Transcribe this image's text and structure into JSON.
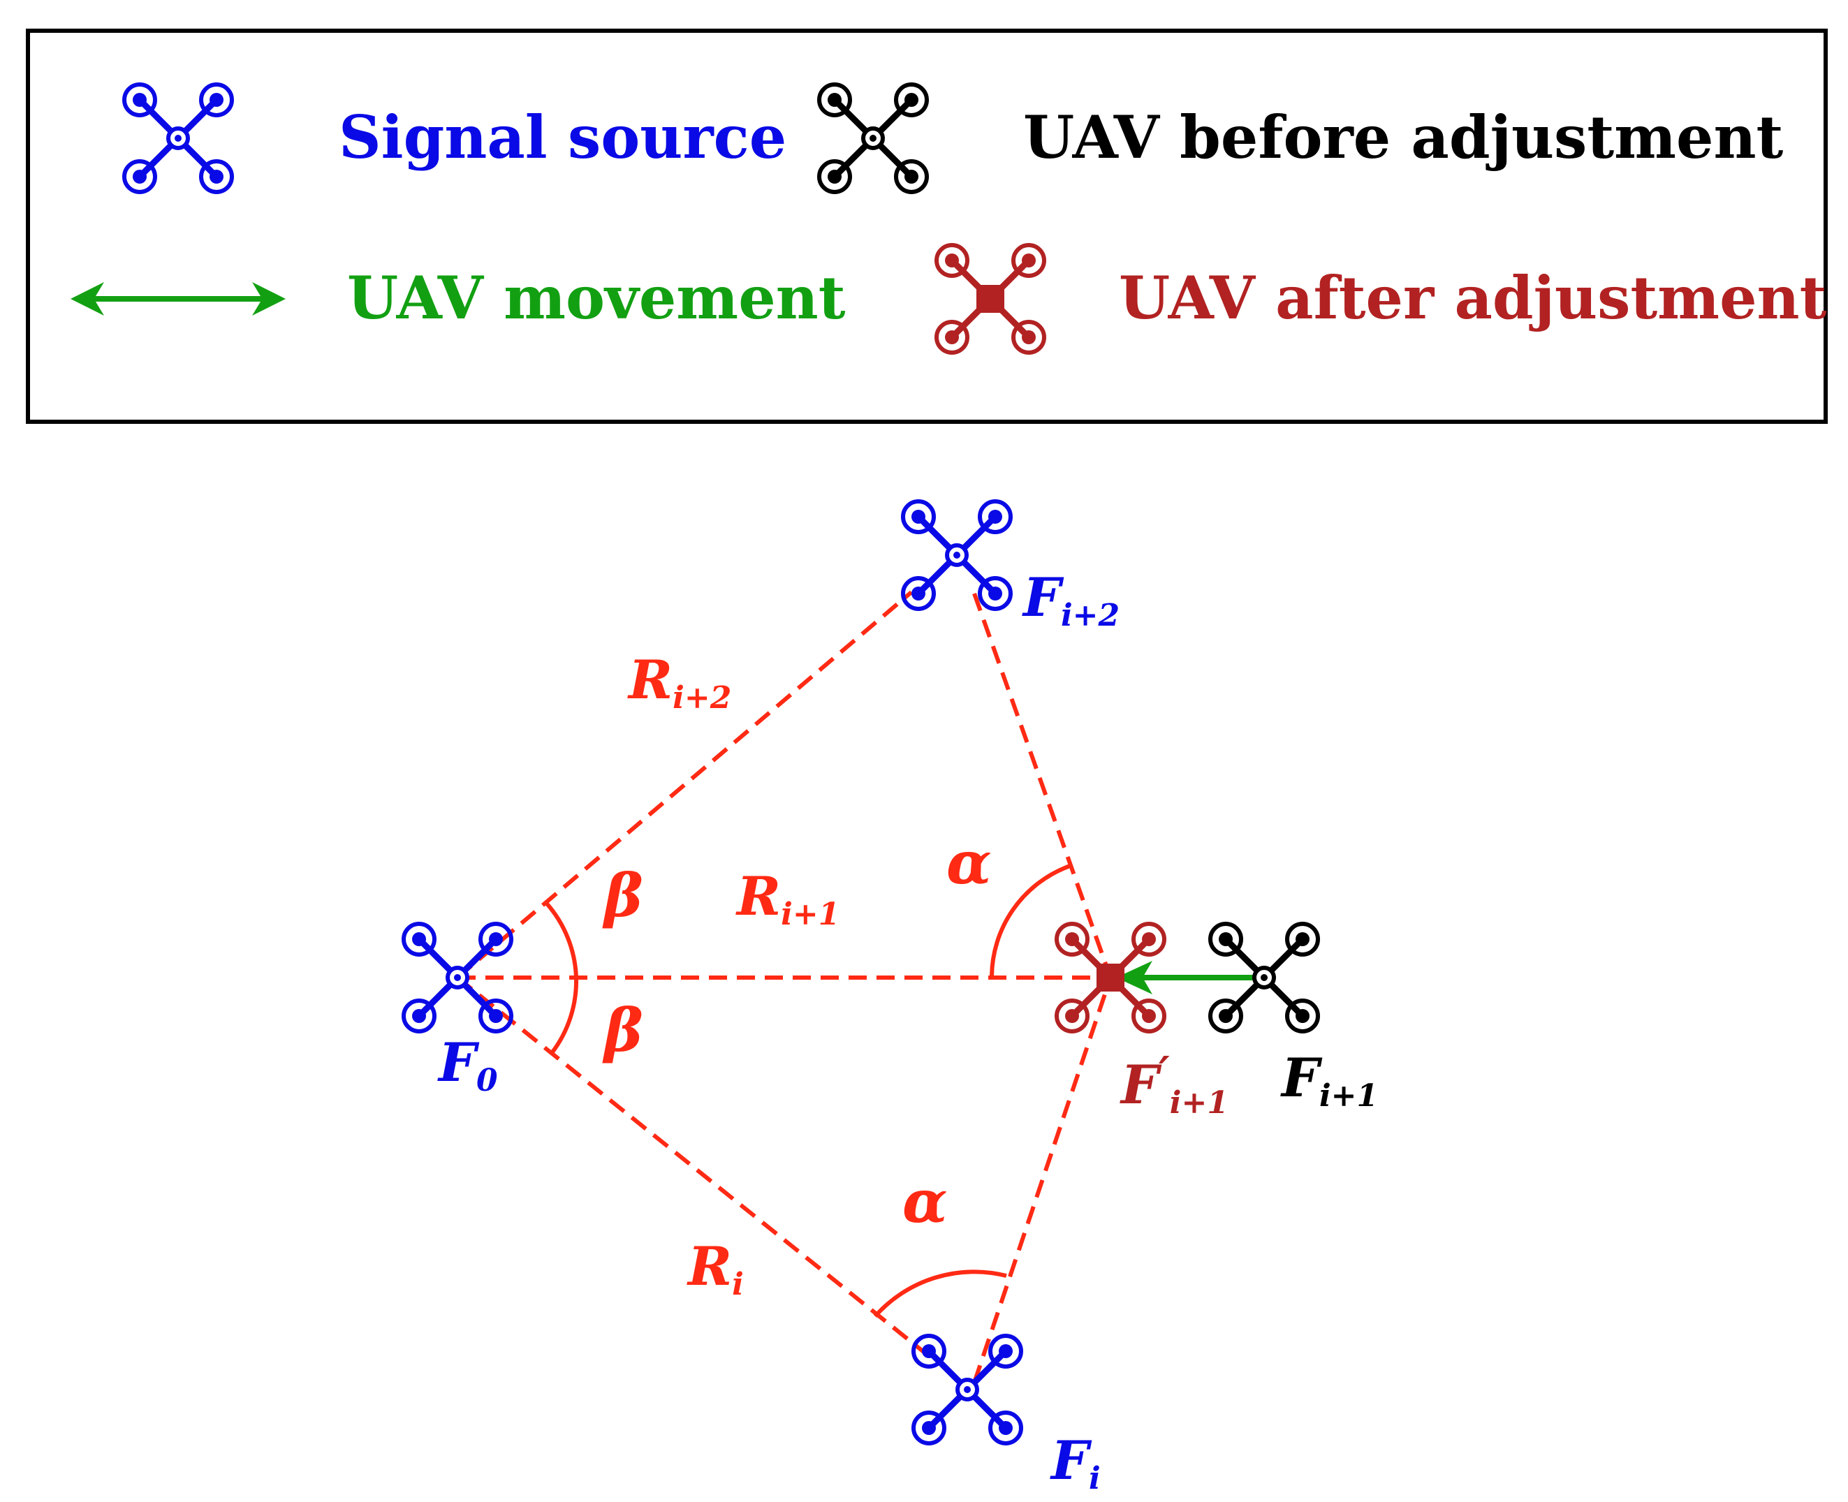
{
  "colors": {
    "signal_source": "#0a0ae6",
    "uav_before": "#000000",
    "uav_after": "#b22222",
    "movement": "#12a012",
    "lines": "#ff2a14"
  },
  "legend": {
    "signal_source_label": "Signal source",
    "uav_before_label": "UAV before adjustment",
    "movement_label": "UAV movement",
    "uav_after_label_a": "UAV ",
    "uav_after_label_b": "after adjustment"
  },
  "icons": {
    "signal_source": "drone-icon",
    "uav_before": "drone-icon",
    "uav_after": "drone-icon",
    "movement": "double-arrow-icon"
  },
  "nodes": {
    "f0": {
      "main": "F",
      "sub": "0"
    },
    "fi": {
      "main": "F",
      "sub": "i"
    },
    "fi2": {
      "main": "F",
      "sub": "i+2"
    },
    "fi1": {
      "main": "F",
      "sub": "i+1"
    },
    "fi1_prime": {
      "main": "F",
      "prime": "′",
      "sub": "i+1"
    }
  },
  "edges": {
    "ri": {
      "main": "R",
      "sub": "i"
    },
    "ri1": {
      "main": "R",
      "sub": "i+1"
    },
    "ri2": {
      "main": "R",
      "sub": "i+2"
    }
  },
  "angles": {
    "alpha": "α",
    "beta": "β"
  }
}
